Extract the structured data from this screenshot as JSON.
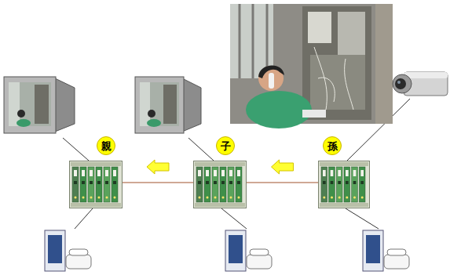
{
  "diagram": {
    "nodes": [
      {
        "text": [
          "親"
        ]
      },
      {
        "text": [
          "子"
        ]
      },
      {
        "text": [
          "孫"
        ]
      }
    ],
    "edges": [
      {
        "from": 2,
        "to": 1,
        "arrow": "to"
      },
      {
        "from": 1,
        "to": 0,
        "arrow": "to"
      }
    ]
  }
}
